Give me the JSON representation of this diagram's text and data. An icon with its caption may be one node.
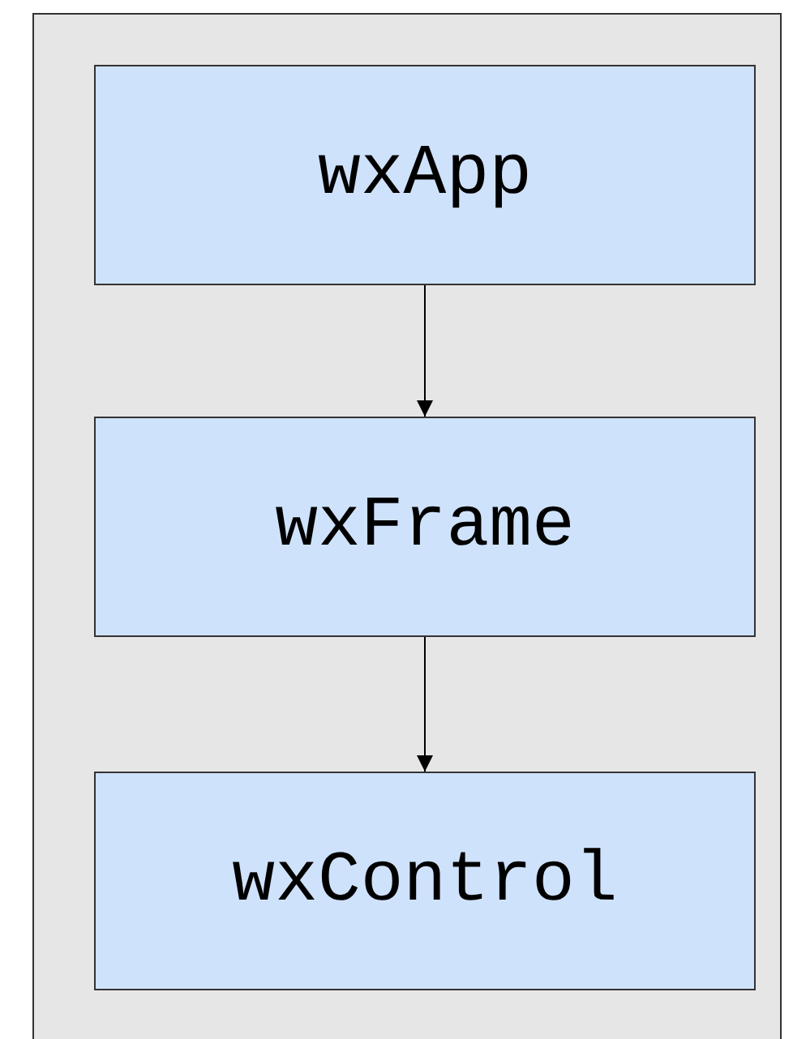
{
  "diagram": {
    "nodes": [
      {
        "text": [
          "wxApp"
        ]
      },
      {
        "text": [
          "wxFrame"
        ]
      },
      {
        "text": [
          "wxControl"
        ]
      }
    ],
    "edges": [
      {
        "from": 0,
        "to": 1,
        "arrow": "to"
      },
      {
        "from": 1,
        "to": 2,
        "arrow": "to"
      }
    ]
  }
}
